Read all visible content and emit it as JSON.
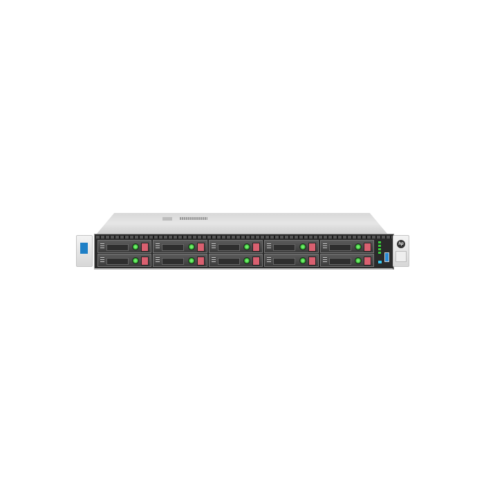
{
  "image": {
    "subject": "1U rack server front view",
    "background_color": "#ffffff",
    "brand_logo": "hp",
    "chassis_color": "#d8d8d8",
    "drive_bays": {
      "count": 10,
      "rows": 2,
      "columns": 5,
      "activity_led_color": "#3ad43a",
      "release_button_color": "#d96070"
    },
    "left_ear_badge_color": "#1e7fc6",
    "front_panel": {
      "status_leds": 4,
      "usb_port_color": "#2a8ad6",
      "uid_led_color": "#38c7f0"
    }
  }
}
